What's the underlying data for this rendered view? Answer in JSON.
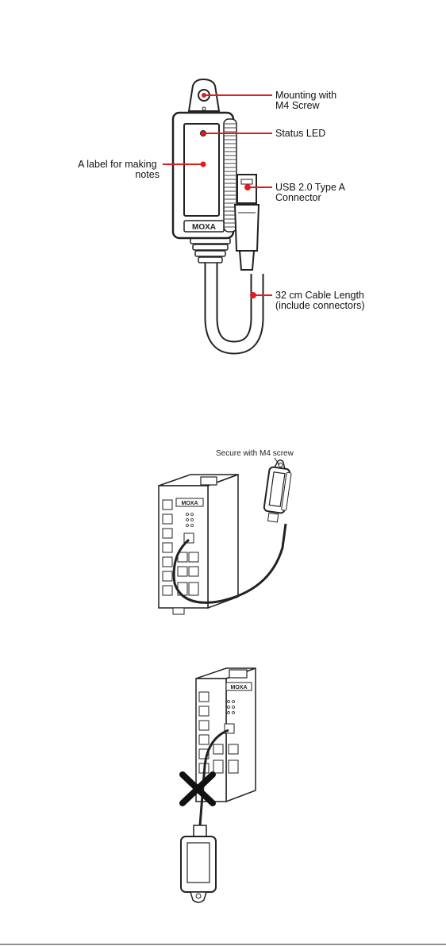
{
  "figure1": {
    "callouts": {
      "mounting": [
        "Mounting with",
        "M4 Screw"
      ],
      "status_led": [
        "Status LED"
      ],
      "label": [
        "A label for making",
        "notes"
      ],
      "usb": [
        "USB 2.0 Type A",
        "Connector"
      ],
      "cable": [
        "32 cm Cable Length",
        "(include connectors)"
      ]
    },
    "brand": "MOXA",
    "accent_color": "#e11b22"
  },
  "figure2": {
    "note": "Secure with M4 screw",
    "brand": "MOXA"
  },
  "figure3": {
    "brand": "MOXA",
    "prohibited_mark": "x-mark"
  }
}
